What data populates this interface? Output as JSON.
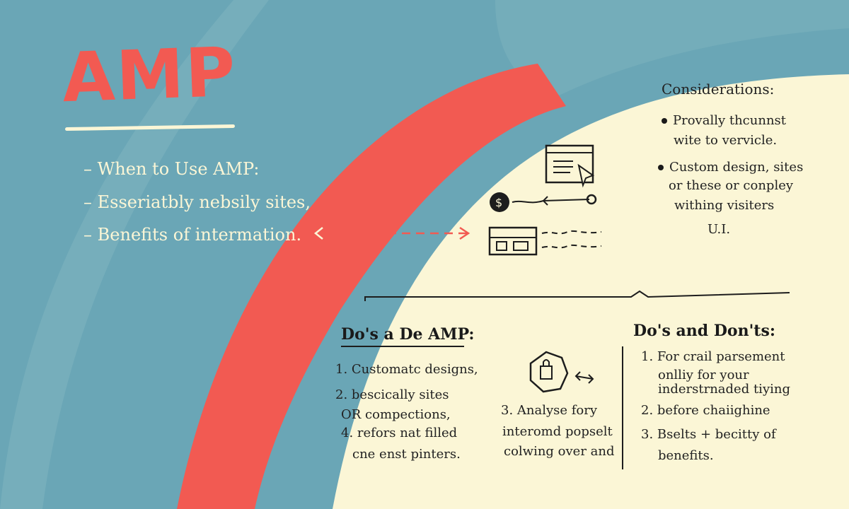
{
  "title": "AMP",
  "left_list": {
    "heading": "When to Use AMP:",
    "items": [
      "Esseriatbly nebsily sites,",
      "Benefits of intermation."
    ]
  },
  "considerations": {
    "heading": "Considerations:",
    "items": [
      {
        "lines": [
          "Provally thcunnst",
          "wite to vervicle."
        ]
      },
      {
        "lines": [
          "Custom design, sites",
          "or these or conpley",
          "withing visiters",
          "U.I."
        ]
      }
    ]
  },
  "dos_left": {
    "heading": "Do's a De AMP:",
    "items": [
      "1. Customatc designs,",
      "2. bescically sites",
      "OR compections,",
      "4. refors nat filled",
      "cne enst pinters."
    ]
  },
  "middle_list": {
    "items": [
      "3. Analyse fory",
      "interomd popselt",
      "colwing over and"
    ]
  },
  "dos_right": {
    "heading": "Do's and Don'ts:",
    "items": [
      "1. For crail parsement",
      "onlliy for your",
      "inderstrnaded tiying",
      "2. before chaiighine",
      "3. Bselts + becitty of",
      "benefits."
    ]
  },
  "icons": [
    "browser-window-icon",
    "money-bubble-icon",
    "layout-panel-icon",
    "lock-hexagon-icon"
  ],
  "colors": {
    "background": "#fbf6d6",
    "blue": "#6aa6b6",
    "red": "#f25a52",
    "text": "#1d1d1d"
  }
}
